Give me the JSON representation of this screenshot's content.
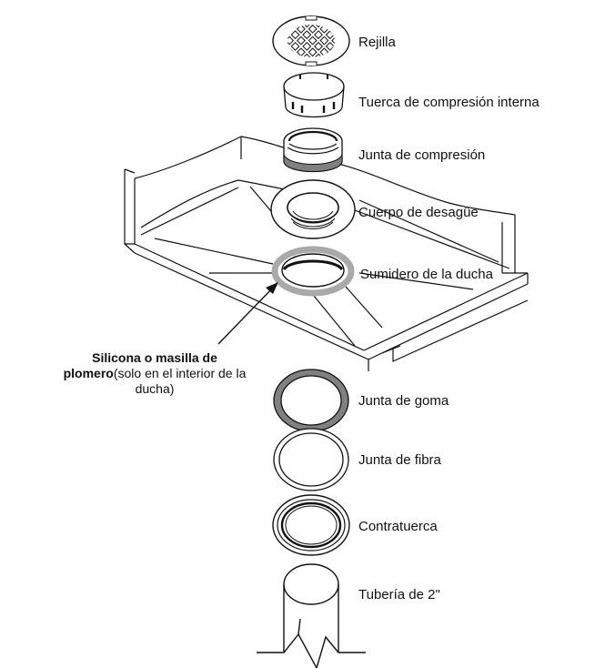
{
  "labels": {
    "rejilla": "Rejilla",
    "tuerca": "Tuerca de compresión interna",
    "junta_compresion": "Junta de compresión",
    "cuerpo": "Cuerpo de desagüe",
    "sumidero": "Sumidero de la ducha",
    "junta_goma": "Junta de goma",
    "junta_fibra": "Junta de fibra",
    "contratuerca": "Contratuerca",
    "tuberia": "Tubería de 2\""
  },
  "callout": {
    "bold_text": "Silicona o masilla de plomero",
    "rest_text": "(solo en el interior de la ducha)"
  },
  "colors": {
    "line": "#111111",
    "gasket_gray": "#808080",
    "sealant_gray": "#a9a9a9"
  }
}
